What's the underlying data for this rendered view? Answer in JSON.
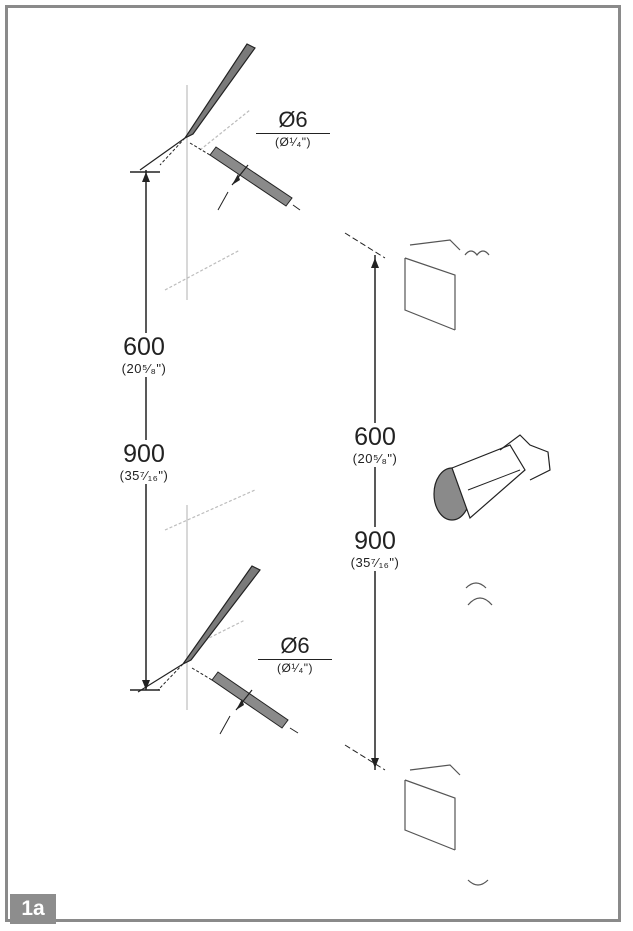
{
  "figure": {
    "label": "1a",
    "dimensions": {
      "left_upper": {
        "value": "600",
        "inch": "(20⁵⁄₈\")"
      },
      "left_lower": {
        "value": "900",
        "inch": "(35⁷⁄₁₆\")"
      },
      "right_upper": {
        "value": "600",
        "inch": "(20⁵⁄₈\")"
      },
      "right_lower": {
        "value": "900",
        "inch": "(35⁷⁄₁₆\")"
      }
    },
    "drill_top": {
      "diameter": "Ø6",
      "inch": "(Ø¹⁄₄\")"
    },
    "drill_bottom": {
      "diameter": "Ø6",
      "inch": "(Ø¹⁄₄\")"
    }
  },
  "colors": {
    "frame": "#8a8a8a",
    "label_bg": "#8d8d8d",
    "line": "#222222",
    "faint": "#b5b5b5"
  }
}
